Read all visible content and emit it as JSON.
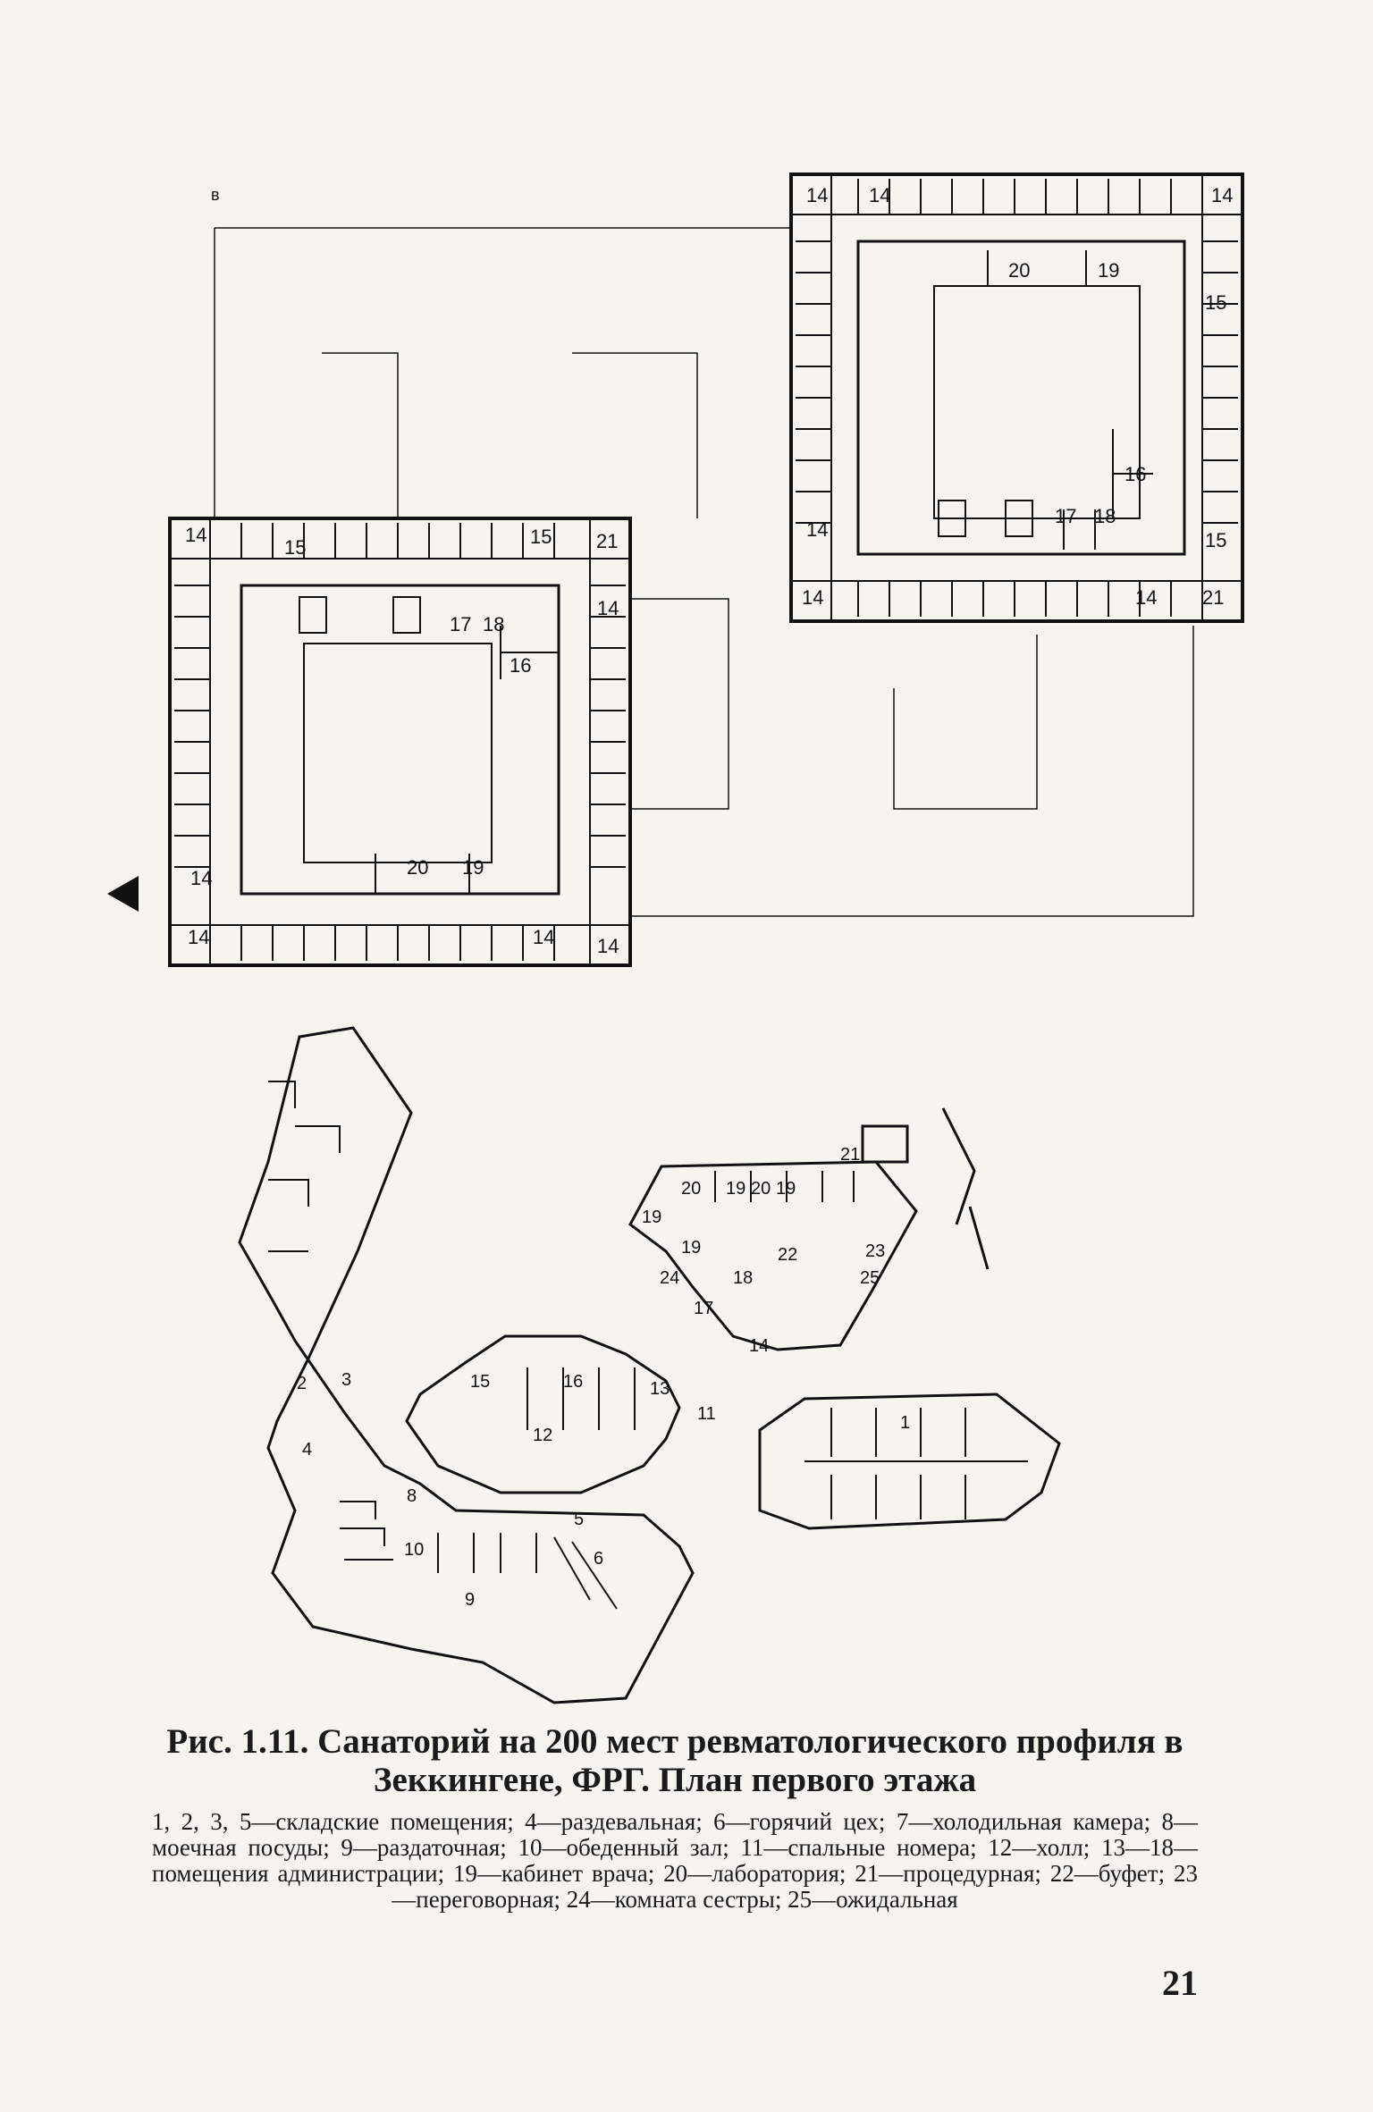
{
  "figure": {
    "caption_title_line1": "Рис. 1.11. Санаторий на 200 мест ревматологического профиля в",
    "caption_title_line2": "Зеккингене, ФРГ. План первого этажа",
    "legend": "1, 2, 3, 5—складские помещения; 4—раздевальная; 6—горячий цех; 7—холодильная камера; 8—моечная посуды; 9—раздаточная; 10—обеденный зал; 11—спальные номера; 12—холл; 13—18—помещения администрации; 19—кабинет врача; 20—лаборатория; 21—процедурная; 22—буфет; 23—переговорная; 24—комната сестры; 25—ожидальная"
  },
  "page_number": "21",
  "upper_plans": {
    "corner_mark": "в",
    "right_block_labels": [
      "14",
      "14",
      "14",
      "15",
      "20",
      "19",
      "16",
      "17",
      "18",
      "14",
      "15",
      "14",
      "14",
      "21"
    ],
    "left_block_labels": [
      "14",
      "15",
      "15",
      "21",
      "17",
      "18",
      "14",
      "16",
      "20",
      "19",
      "14",
      "14",
      "14",
      "14"
    ]
  },
  "site_plan": {
    "labels": [
      "21",
      "20",
      "19",
      "20",
      "19",
      "19",
      "19",
      "24",
      "22",
      "23",
      "25",
      "18",
      "17",
      "14",
      "15",
      "16",
      "13",
      "12",
      "11",
      "1",
      "2",
      "3",
      "4",
      "8",
      "5",
      "10",
      "6",
      "9"
    ]
  },
  "colors": {
    "ink": "#111111",
    "paper": "#f6f4ef"
  }
}
